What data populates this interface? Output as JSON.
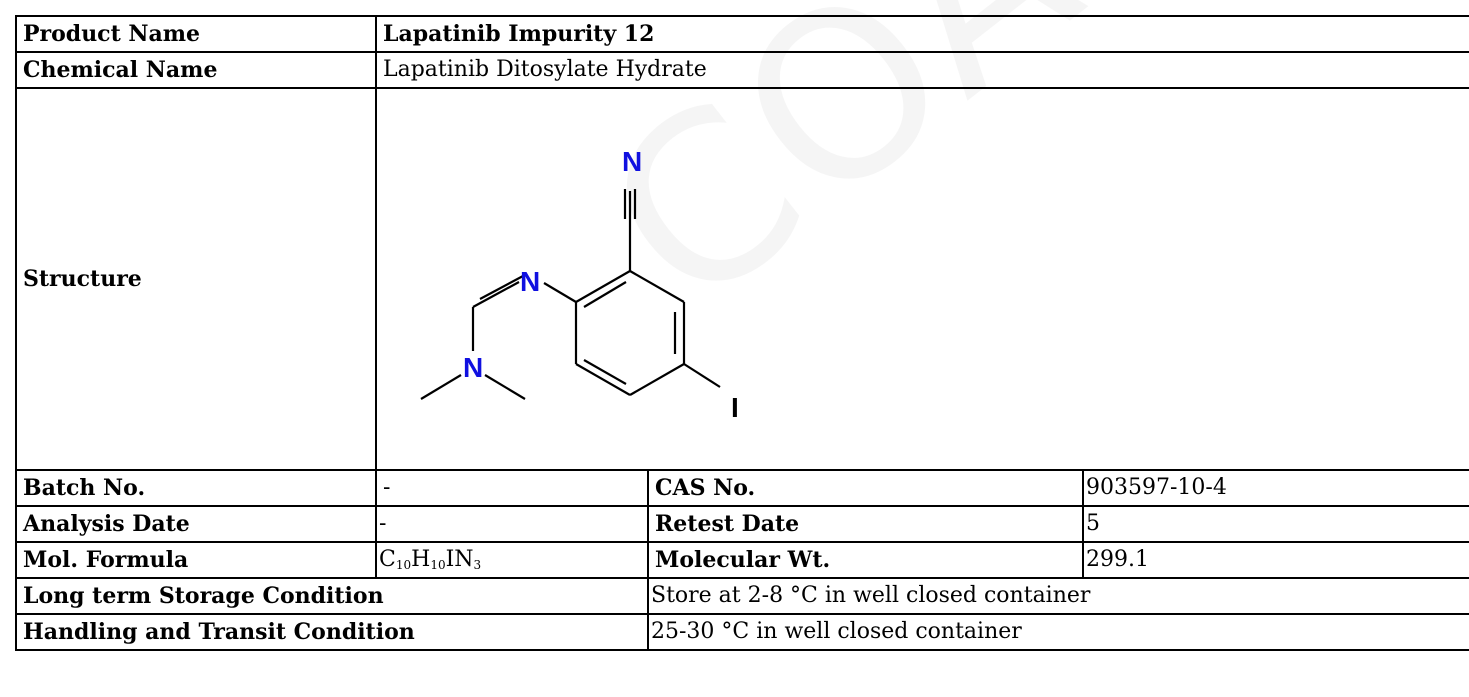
{
  "product": {
    "label": "Product Name",
    "value": "Lapatinib Impurity 12"
  },
  "chemical": {
    "label": "Chemical Name",
    "value": "Lapatinib Ditosylate Hydrate"
  },
  "structure": {
    "label": "Structure",
    "atoms": {
      "n_nitrile": "N",
      "n_imine": "N",
      "n_amine": "N",
      "iodine": "I"
    },
    "colors": {
      "nitrogen": "#1010e0",
      "bond": "#000000"
    }
  },
  "batch": {
    "label": "Batch No.",
    "value": "-"
  },
  "cas": {
    "label": "CAS No.",
    "value": "903597-10-4"
  },
  "analysis": {
    "label": "Analysis Date",
    "value": "-"
  },
  "retest": {
    "label": "Retest Date",
    "value": "5"
  },
  "formula": {
    "label": "Mol. Formula",
    "c": "C",
    "c_n": "10",
    "h": "H",
    "h_n": "10",
    "i": "I",
    "n": "N",
    "n_n": "3"
  },
  "mw": {
    "label": "Molecular Wt.",
    "value": "299.1"
  },
  "storage": {
    "label": "Long term Storage Condition",
    "value": "Store at 2-8 °C in well closed container"
  },
  "handling": {
    "label": "Handling and Transit Condition",
    "value": "25-30 °C in well closed container"
  },
  "watermark": "COA"
}
